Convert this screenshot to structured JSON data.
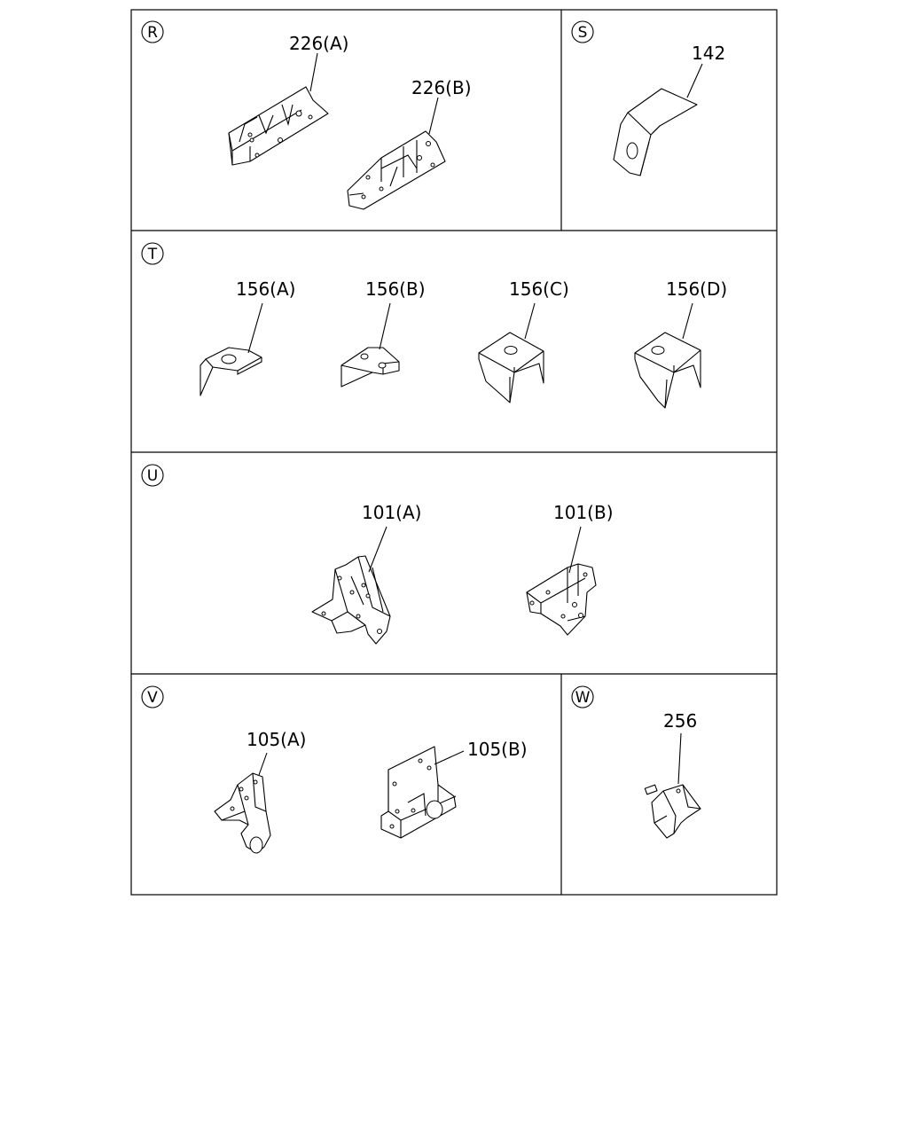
{
  "sections": [
    {
      "id": "R",
      "letter": "R",
      "parts": [
        "226(A)",
        "226(B)"
      ]
    },
    {
      "id": "S",
      "letter": "S",
      "parts": [
        "142"
      ]
    },
    {
      "id": "T",
      "letter": "T",
      "parts": [
        "156(A)",
        "156(B)",
        "156(C)",
        "156(D)"
      ]
    },
    {
      "id": "U",
      "letter": "U",
      "parts": [
        "101(A)",
        "101(B)"
      ]
    },
    {
      "id": "V",
      "letter": "V",
      "parts": [
        "105(A)",
        "105(B)"
      ]
    },
    {
      "id": "W",
      "letter": "W",
      "parts": [
        "256"
      ]
    }
  ]
}
